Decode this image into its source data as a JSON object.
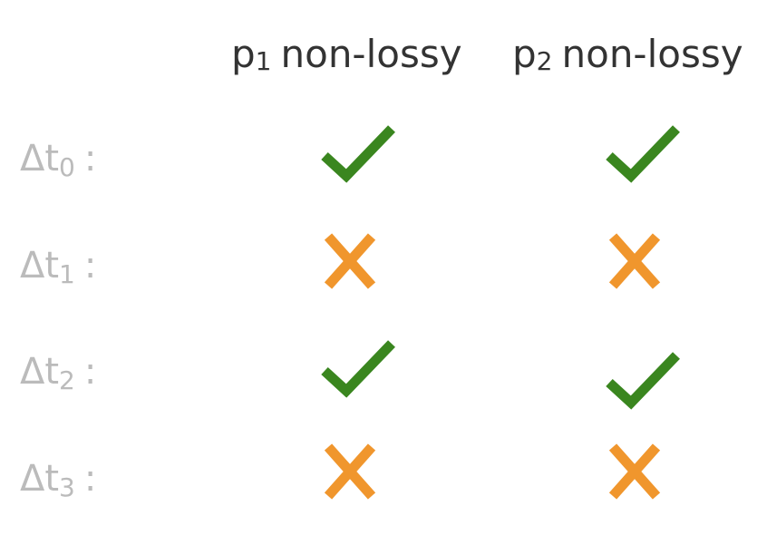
{
  "columns": [
    {
      "prefix": "p",
      "sub": "1",
      "suffix": "non-lossy"
    },
    {
      "prefix": "p",
      "sub": "2",
      "suffix": "non-lossy"
    }
  ],
  "rows": [
    {
      "prefix": "Δt",
      "sub": "0",
      "suffix": ":",
      "cells": [
        "check",
        "check"
      ]
    },
    {
      "prefix": "Δt",
      "sub": "1",
      "suffix": ":",
      "cells": [
        "cross",
        "cross"
      ]
    },
    {
      "prefix": "Δt",
      "sub": "2",
      "suffix": ":",
      "cells": [
        "check",
        "check"
      ]
    },
    {
      "prefix": "Δt",
      "sub": "3",
      "suffix": ":",
      "cells": [
        "cross",
        "cross"
      ]
    }
  ],
  "colors": {
    "check": "#3a861f",
    "cross": "#f0962d",
    "header_text": "#333333",
    "row_label_text": "#bbbbbb"
  }
}
